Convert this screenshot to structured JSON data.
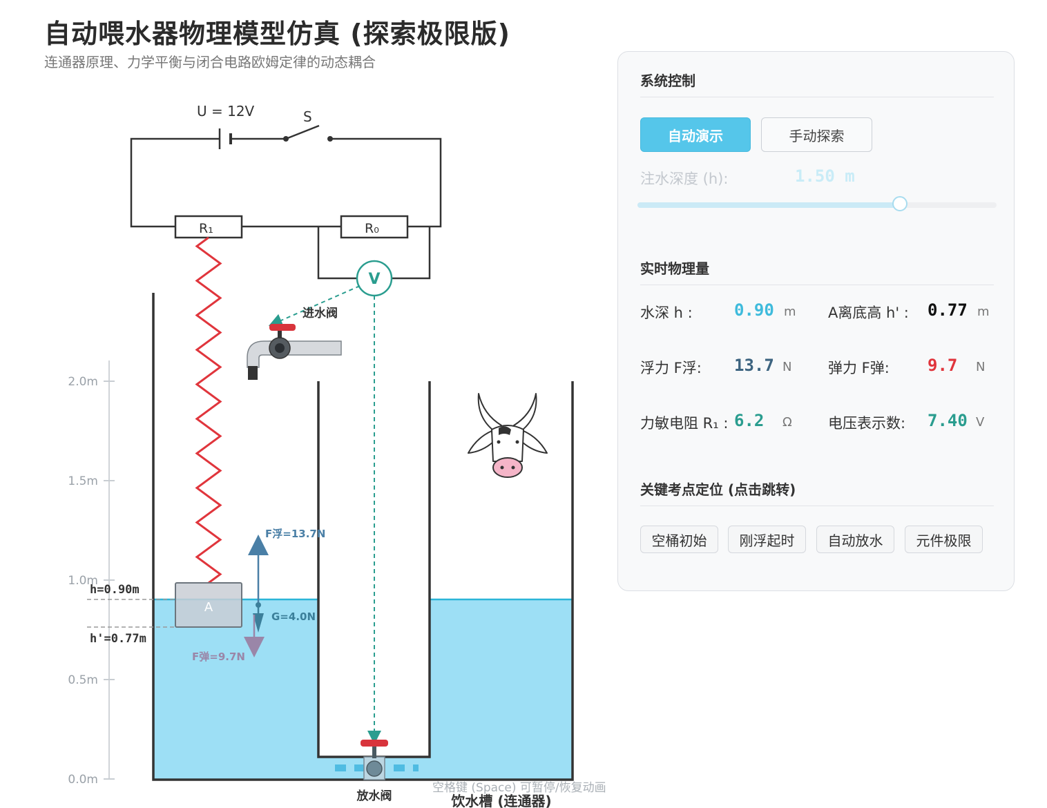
{
  "header": {
    "title": "自动喂水器物理模型仿真 (探索极限版)",
    "subtitle": "连通器原理、力学平衡与闭合电路欧姆定律的动态耦合"
  },
  "diagram": {
    "voltage_label": "U = 12V",
    "switch_label": "S",
    "r1_label": "R₁",
    "r0_label": "R₀",
    "voltmeter_label": "V",
    "inlet_valve_label": "进水阀",
    "drain_valve_label": "放水阀",
    "trough_label": "饮水槽 (连通器)",
    "float_label": "A",
    "force_buoyancy": "F浮=13.7N",
    "force_gravity": "G=4.0N",
    "force_spring": "F弹=9.7N",
    "marker_h": "h=0.90m",
    "marker_h_prime": "h'=0.77m",
    "axis_ticks": [
      "2.0m",
      "1.5m",
      "1.0m",
      "0.5m",
      "0.0m"
    ],
    "water_level_m": 0.9,
    "float_bottom_m": 0.77
  },
  "panel": {
    "system_title": "系统控制",
    "auto_button": "自动演示",
    "manual_button": "手动探索",
    "depth_label": "注水深度 (h):",
    "depth_value": "1.50  m",
    "depth_fraction": 0.73,
    "realtime_title": "实时物理量",
    "quantities": {
      "water_depth": {
        "label": "水深 h :",
        "value": "0.90",
        "unit": "m"
      },
      "a_height": {
        "label": "A离底高 h' :",
        "value": "0.77",
        "unit": "m"
      },
      "buoyancy": {
        "label": "浮力 F浮:",
        "value": "13.7",
        "unit": "N"
      },
      "spring": {
        "label": "弹力 F弹:",
        "value": "9.7",
        "unit": "N"
      },
      "resistor": {
        "label": "力敏电阻 R₁ :",
        "value": "6.2",
        "unit": "Ω"
      },
      "voltage": {
        "label": "电压表示数:",
        "value": "7.40",
        "unit": "V"
      }
    },
    "keypoints_title": "关键考点定位 (点击跳转)",
    "chips": [
      "空桶初始",
      "刚浮起时",
      "自动放水",
      "元件极限"
    ]
  },
  "footer_hint": "空格键 (Space) 可暂停/恢复动画",
  "colors": {
    "water": "#9ddff5",
    "water_line": "#2bb5d8",
    "spring": "#e0353c",
    "buoyancy_arrow": "#4a7fa6",
    "gravity_arrow": "#3b7f9a",
    "spring_arrow": "#9a86a8",
    "signal": "#2a9d8f",
    "value_blue": "#3fbbdc",
    "value_teal": "#2a9d8f",
    "value_red": "#e0353c",
    "value_dark": "#3d6480"
  }
}
